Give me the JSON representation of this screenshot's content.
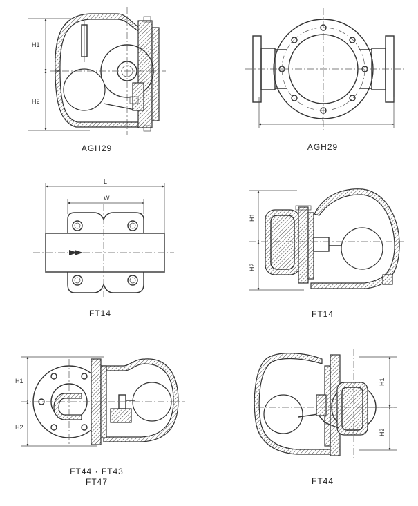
{
  "drawings": [
    {
      "id": "agh29-section",
      "caption": "AGH29",
      "dims": {
        "h1": "H1",
        "h2": "H2"
      }
    },
    {
      "id": "agh29-front",
      "caption": "AGH29",
      "dims": {
        "l": "L"
      }
    },
    {
      "id": "ft14-top",
      "caption": "FT14",
      "dims": {
        "l": "L",
        "w": "W"
      }
    },
    {
      "id": "ft14-section",
      "caption": "FT14",
      "dims": {
        "h1": "H1",
        "h2": "H2"
      }
    },
    {
      "id": "ft44-section",
      "caption_line1": "FT44 · FT43",
      "caption_line2": "FT47",
      "dims": {
        "h1": "H1",
        "h2": "H2"
      }
    },
    {
      "id": "ft44-section-b",
      "caption": "FT44",
      "dims": {
        "h1": "H1",
        "h2": "H2"
      }
    }
  ]
}
